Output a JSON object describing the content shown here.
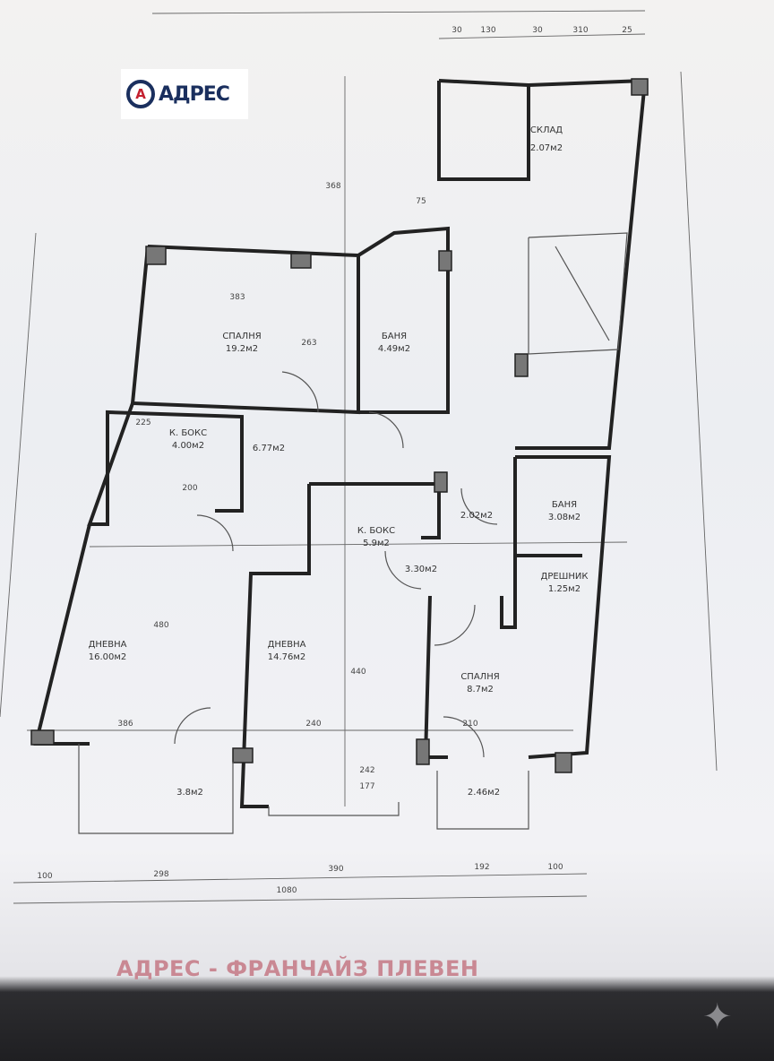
{
  "logo": {
    "mark": "А",
    "text": "АДРЕС"
  },
  "watermark": "АДРЕС - ФРАНЧАЙЗ ПЛЕВЕН",
  "sparkle_icon": "sparkle-icon",
  "rooms": [
    {
      "name": "СПАЛНЯ",
      "area": "19.2м2"
    },
    {
      "name": "БАНЯ",
      "area": "4.49м2"
    },
    {
      "name": "",
      "area": "6.77м2"
    },
    {
      "name": "К. БОКС",
      "area": "4.00м2"
    },
    {
      "name": "К. БОКС",
      "area": "5.9м2"
    },
    {
      "name": "ДНЕВНА",
      "area": "16.00м2"
    },
    {
      "name": "ДНЕВНА",
      "area": "14.76м2"
    },
    {
      "name": "СПАЛНЯ",
      "area": "8.7м2"
    },
    {
      "name": "БАНЯ",
      "area": "3.08м2"
    },
    {
      "name": "",
      "area": "3.30м2"
    },
    {
      "name": "ДРЕШНИК",
      "area": "1.25м2"
    },
    {
      "name": "",
      "area": "3.8м2"
    },
    {
      "name": "",
      "area": "2.46м2"
    },
    {
      "name": "СКЛАД",
      "area": "2.07м2"
    },
    {
      "name": "",
      "area": "2.02м2"
    }
  ],
  "dimensions": {
    "bottom": [
      "100",
      "298",
      "390",
      "192",
      "100"
    ],
    "total": "1080",
    "top": [
      "30",
      "130",
      "30",
      "310",
      "25"
    ],
    "inner": [
      "383",
      "263",
      "225",
      "200",
      "386",
      "240",
      "242",
      "177",
      "210",
      "480",
      "440",
      "75",
      "368"
    ]
  }
}
